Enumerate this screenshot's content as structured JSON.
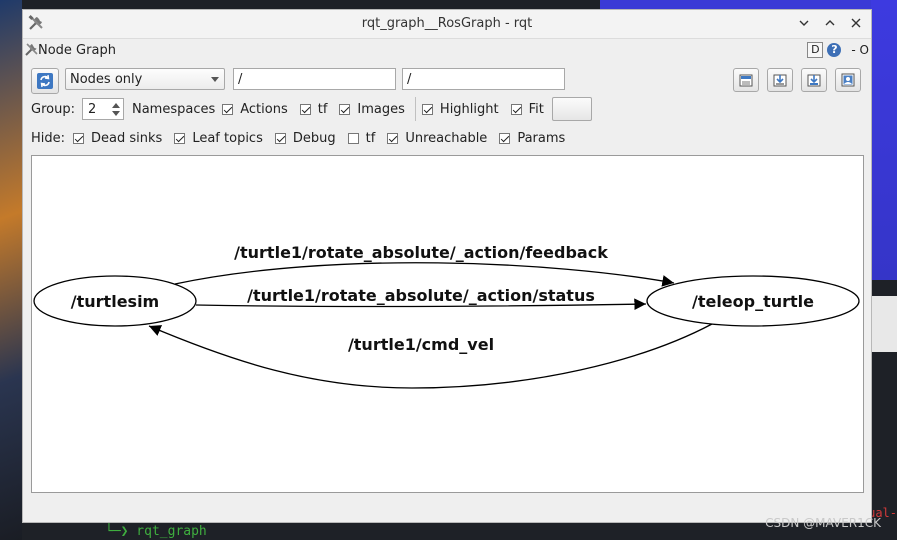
{
  "window": {
    "title": "rqt_graph__RosGraph - rqt"
  },
  "plugin": {
    "title": "Node Graph",
    "d_label": "D",
    "help_label": "?",
    "right_text": "- O"
  },
  "toolbar": {
    "mode_value": "Nodes only",
    "node_filter": "/",
    "topic_filter": "/"
  },
  "group_row": {
    "group_label": "Group:",
    "group_value": "2",
    "namespaces_label": "Namespaces",
    "checks": [
      {
        "label": "Actions",
        "checked": true
      },
      {
        "label": "tf",
        "checked": true
      },
      {
        "label": "Images",
        "checked": true
      }
    ],
    "highlight_label": "Highlight",
    "fit_label": "Fit"
  },
  "hide_row": {
    "label": "Hide:",
    "checks": [
      {
        "label": "Dead sinks",
        "checked": true
      },
      {
        "label": "Leaf topics",
        "checked": true
      },
      {
        "label": "Debug",
        "checked": true
      },
      {
        "label": "tf",
        "checked": false
      },
      {
        "label": "Unreachable",
        "checked": true
      },
      {
        "label": "Params",
        "checked": true
      }
    ]
  },
  "graph": {
    "nodes": [
      "/turtlesim",
      "/teleop_turtle"
    ],
    "edges": [
      "/turtle1/rotate_absolute/_action/feedback",
      "/turtle1/rotate_absolute/_action/status",
      "/turtle1/cmd_vel"
    ]
  },
  "background": {
    "terminal_cmd": "└─❯ rqt_graph",
    "watermark": "CSDN @MAVER1CK",
    "red_fragment": "ual-"
  }
}
